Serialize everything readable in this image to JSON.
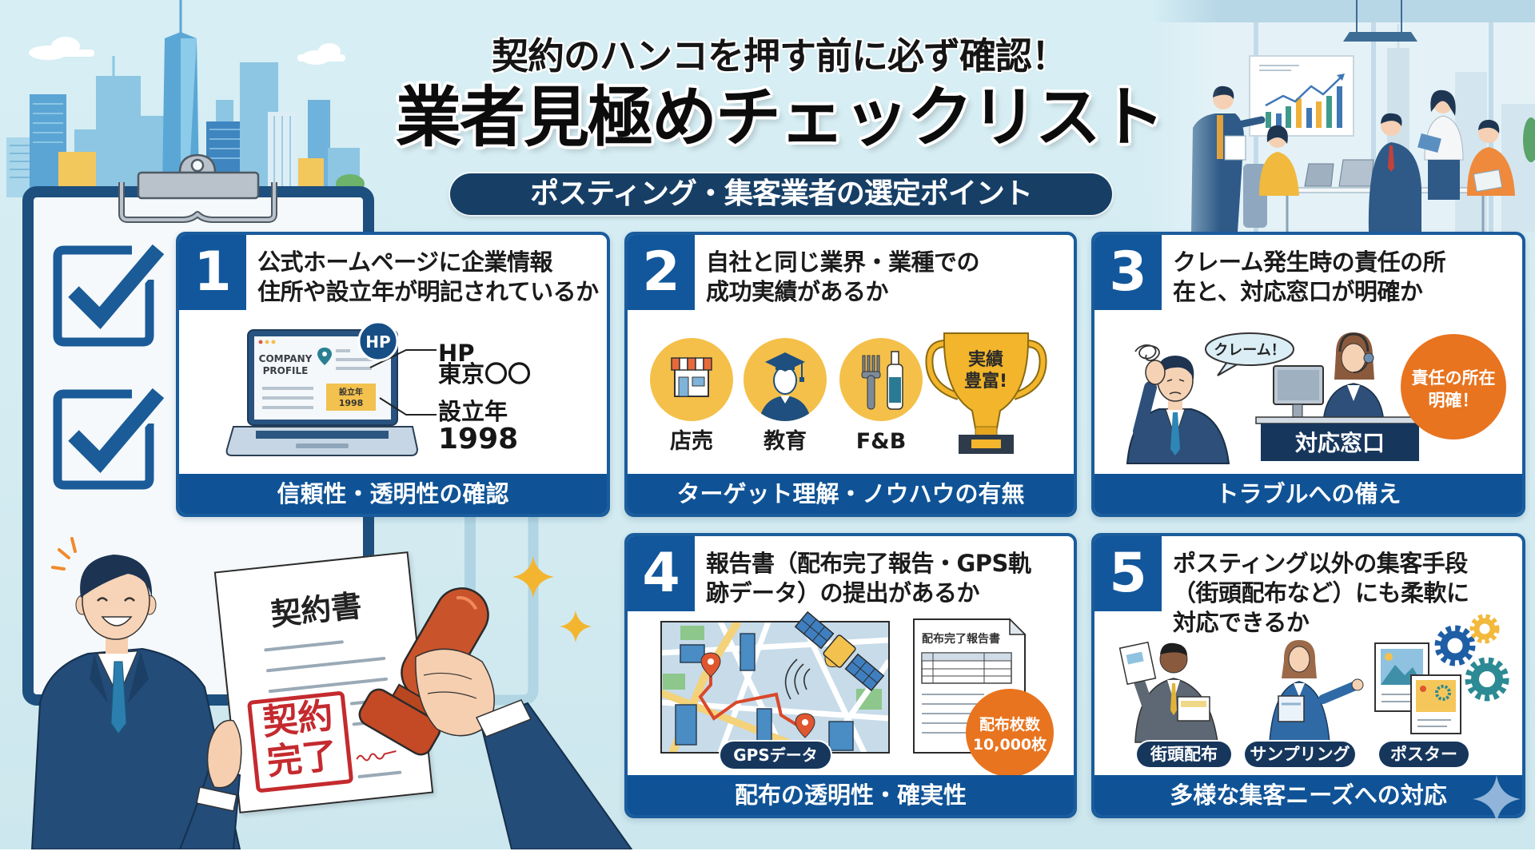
{
  "header": {
    "kicker": "契約のハンコを押す前に必ず確認！",
    "title": "業者見極めチェックリスト",
    "subtitle": "ポスティング・集客業者の選定ポイント"
  },
  "palette": {
    "background": "#d4ecf2",
    "card_border": "#1a5c9c",
    "number_box": "#12579b",
    "footer_band": "#0f5396",
    "navy_pill": "#173f66",
    "gold": "#f4c04a",
    "orange": "#e8741f",
    "stamp_red": "#c42a2e",
    "checkbox_blue": "#1a5b98"
  },
  "checklist_icons": [
    "checked",
    "checked"
  ],
  "cards": [
    {
      "number": "1",
      "title_lines": [
        "公式ホームページに企業情報",
        "住所や設立年が明記されているか"
      ],
      "footer": "信頼性・透明性の確認",
      "illustration": {
        "screen_heading_lines": [
          "COMPANY",
          "PROFILE"
        ],
        "hp_badge": "HP",
        "year_box_lines": [
          "設立年",
          "1998"
        ],
        "callouts": [
          "HP",
          "東京〇〇",
          "設立年",
          "1998"
        ]
      }
    },
    {
      "number": "2",
      "title_lines": [
        "自社と同じ業界・業種での",
        "成功実績があるか"
      ],
      "footer": "ターゲット理解・ノウハウの有無",
      "illustration": {
        "industries": [
          {
            "label": "店売",
            "icon": "store-icon"
          },
          {
            "label": "教育",
            "icon": "graduate-icon"
          },
          {
            "label": "F&B",
            "icon": "fork-bottle-icon"
          }
        ],
        "trophy_lines": [
          "実績",
          "豊富!"
        ]
      }
    },
    {
      "number": "3",
      "title_lines": [
        "クレーム発生時の責任の所",
        "在と、対応窓口が明確か"
      ],
      "footer": "トラブルへの備え",
      "illustration": {
        "speech_bubble": "クレーム！",
        "desk_sign": "対応窓口",
        "badge_lines": [
          "責任の所在",
          "明確！"
        ]
      }
    },
    {
      "number": "4",
      "title_lines": [
        "報告書（配布完了報告・GPS軌",
        "跡データ）の提出があるか"
      ],
      "footer": "配布の透明性・確実性",
      "illustration": {
        "map_label": "GPSデータ",
        "report_title": "配布完了報告書",
        "badge_lines": [
          "配布枚数",
          "10,000枚"
        ]
      }
    },
    {
      "number": "5",
      "title_lines": [
        "ポスティング以外の集客手段",
        "（街頭配布など）にも柔軟に",
        "対応できるか"
      ],
      "footer": "多様な集客ニーズへの対応",
      "illustration": {
        "channels": [
          "街頭配布",
          "サンプリング",
          "ポスター"
        ]
      }
    }
  ],
  "contract_scene": {
    "document_title": "契約書",
    "stamp_lines": [
      "契約",
      "完了"
    ]
  }
}
